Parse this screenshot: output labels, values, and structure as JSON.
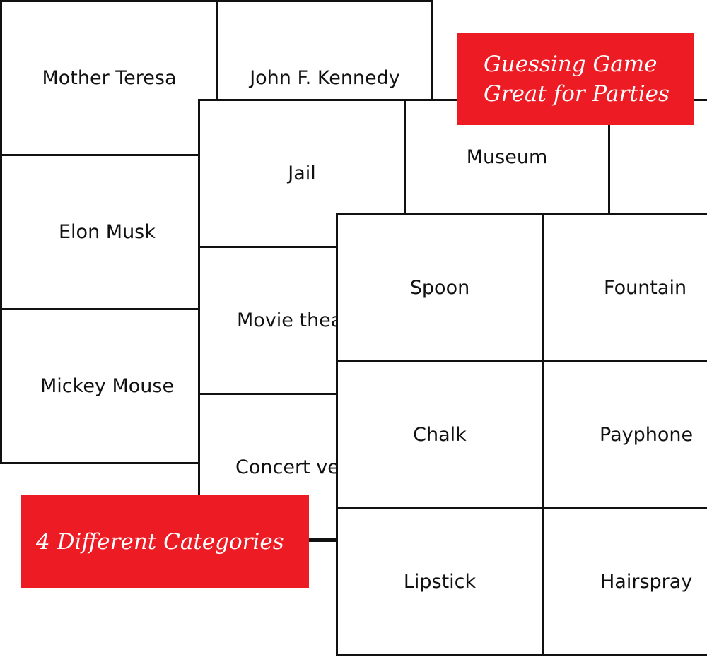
{
  "sheet1": {
    "cells": [
      "Mother Teresa",
      "John F. Kennedy",
      "Elon Musk",
      "Mickey Mouse"
    ]
  },
  "sheet2": {
    "cells": [
      "Jail",
      "Museum",
      "Movie thea",
      "Concert ve"
    ]
  },
  "sheet3": {
    "cells": [
      "Spoon",
      "Fountain",
      "Chalk",
      "Payphone",
      "Lipstick",
      "Hairspray"
    ]
  },
  "banners": {
    "top": [
      "Guessing Game",
      "Great for Parties"
    ],
    "bottom": "4 Different Categories"
  },
  "colors": {
    "banner": "#ed1c24",
    "border": "#111111"
  }
}
